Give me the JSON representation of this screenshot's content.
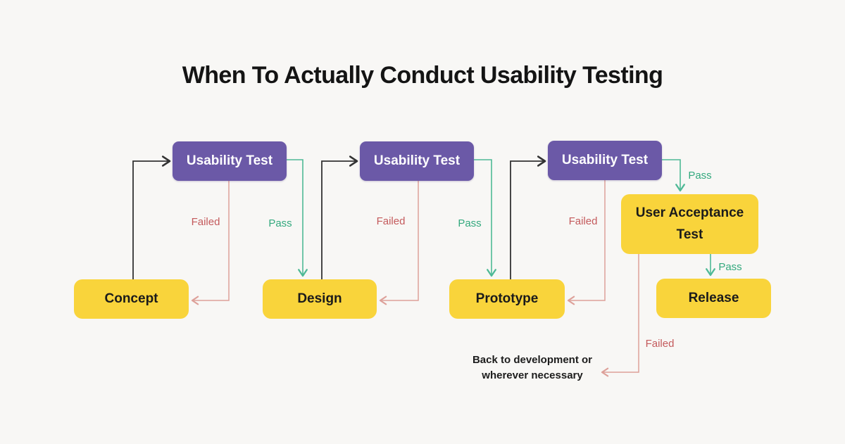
{
  "title": "When To Actually Conduct Usability Testing",
  "diagram": {
    "test_nodes": [
      {
        "label": "Usability Test"
      },
      {
        "label": "Usability Test"
      },
      {
        "label": "Usability Test"
      }
    ],
    "stage_nodes": [
      {
        "label": "Concept"
      },
      {
        "label": "Design"
      },
      {
        "label": "Prototype"
      },
      {
        "label": "User Acceptance Test"
      },
      {
        "label": "Release"
      }
    ],
    "edge_labels": [
      {
        "text": "Failed"
      },
      {
        "text": "Pass"
      },
      {
        "text": "Failed"
      },
      {
        "text": "Pass"
      },
      {
        "text": "Failed"
      },
      {
        "text": "Pass"
      },
      {
        "text": "Pass"
      },
      {
        "text": "Failed"
      }
    ],
    "note": {
      "line1": "Back to development or",
      "line2": "wherever necessary"
    }
  },
  "colors": {
    "background": "#f8f7f5",
    "test_node_fill": "#6b59a7",
    "test_node_text": "#ffffff",
    "stage_node_fill": "#f9d43b",
    "stage_node_text": "#1b1b1b",
    "pass_line": "#4eb996",
    "pass_text": "#33a97e",
    "failed_line": "#dda099",
    "failed_text": "#c45a5c",
    "flow_line": "#333333",
    "title_text": "#141414"
  }
}
